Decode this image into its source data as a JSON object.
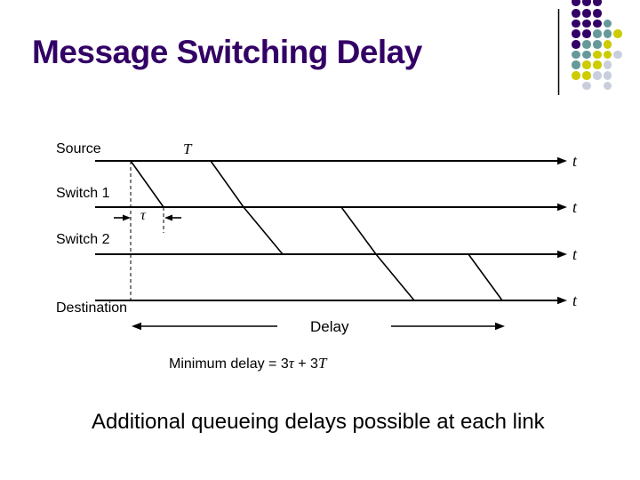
{
  "slide": {
    "title": "Message Switching Delay",
    "title_color": "#330066",
    "background": "#ffffff"
  },
  "diagram": {
    "timelines": [
      {
        "label": "Source",
        "axis_label": "t"
      },
      {
        "label": "Switch 1",
        "axis_label": "t"
      },
      {
        "label": "Switch 2",
        "axis_label": "t"
      },
      {
        "label": "Destination",
        "axis_label": "t"
      }
    ],
    "transmission_time_label": "T",
    "propagation_delay_label": "τ",
    "delay_span_label": "Delay"
  },
  "formula": {
    "prefix": "Minimum delay = 3",
    "tau": "τ",
    "plus": " + 3",
    "T": "T"
  },
  "note": "Additional queueing delays possible at each link",
  "decoration": {
    "line_color": "#000000",
    "colors": {
      "P": "#330066",
      "T": "#669999",
      "Y": "#CCCC00",
      "G": "#C8CEDC"
    },
    "pattern": [
      "PPP..",
      "PPP..",
      "PPPT.",
      "PPTTY",
      "PTTY.",
      "TTYYG",
      "TYYG.",
      "YYGG.",
      ".G.G."
    ],
    "col_centers": [
      648,
      660,
      672,
      683.5,
      695
    ],
    "row_centers": [
      2,
      15,
      26.5,
      38,
      50,
      61.5,
      73,
      85,
      96.5
    ]
  }
}
